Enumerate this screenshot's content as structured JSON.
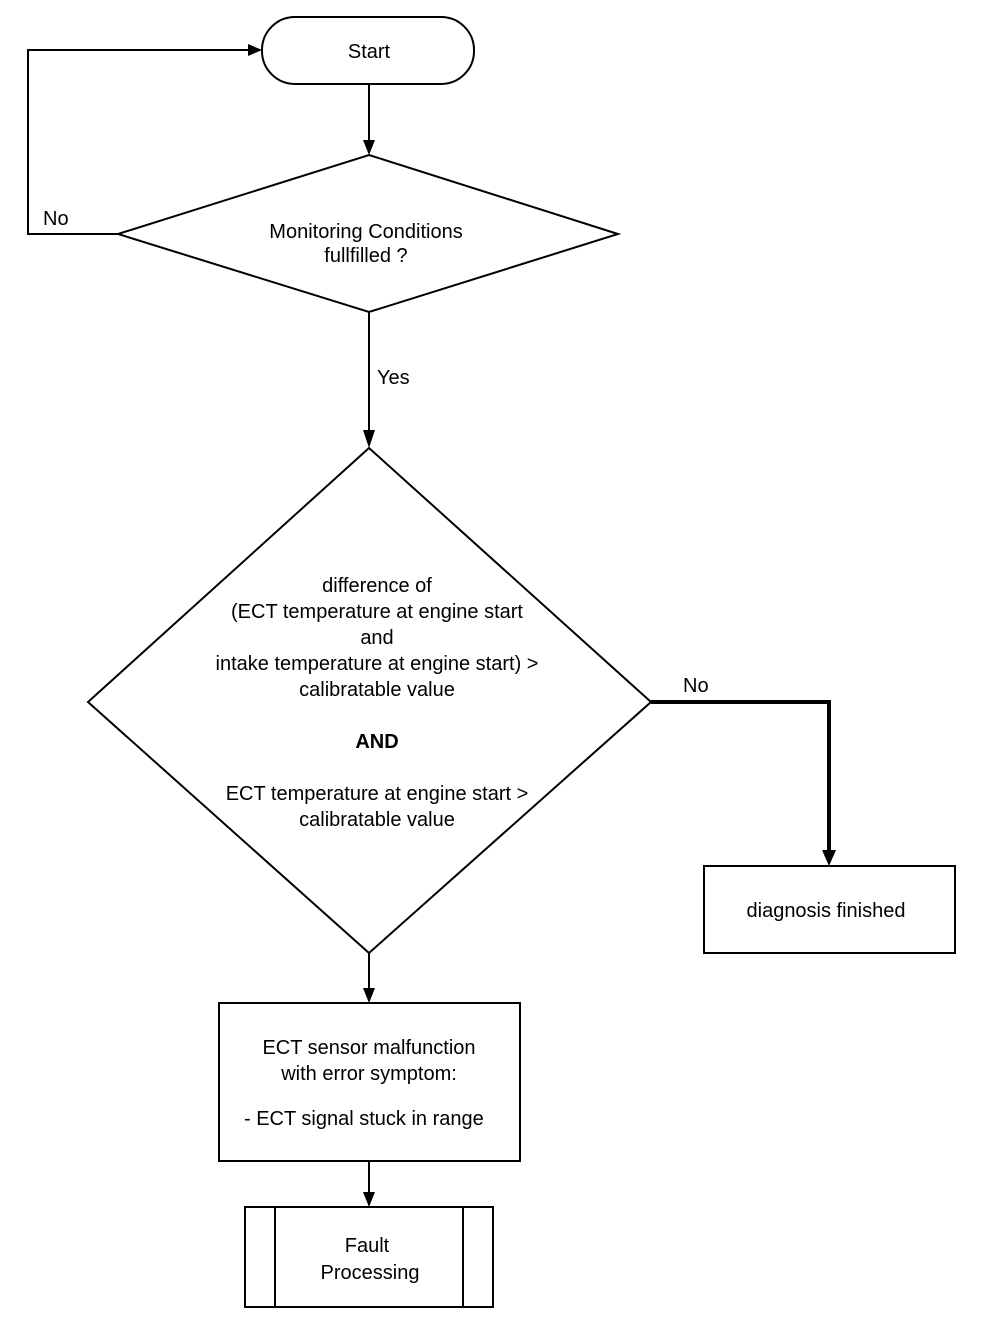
{
  "nodes": {
    "start": {
      "label": "Start"
    },
    "monitoring": {
      "lines": [
        "Monitoring  Conditions",
        "fullfilled ?"
      ]
    },
    "main_condition": {
      "lines": [
        "difference of",
        "(ECT temperature at engine start",
        "and",
        "intake temperature at engine start) >",
        "calibratable value",
        "AND",
        "ECT temperature at engine start >",
        "calibratable value"
      ]
    },
    "malfunction": {
      "lines": [
        "ECT sensor malfunction",
        "with error symptom:",
        "- ECT signal stuck in range"
      ]
    },
    "diagnosis_finished": {
      "label": "diagnosis finished"
    },
    "fault_processing": {
      "lines": [
        "Fault",
        "Processing"
      ]
    }
  },
  "edges": {
    "monitoring_no": "No",
    "monitoring_yes": "Yes",
    "main_no": "No"
  }
}
